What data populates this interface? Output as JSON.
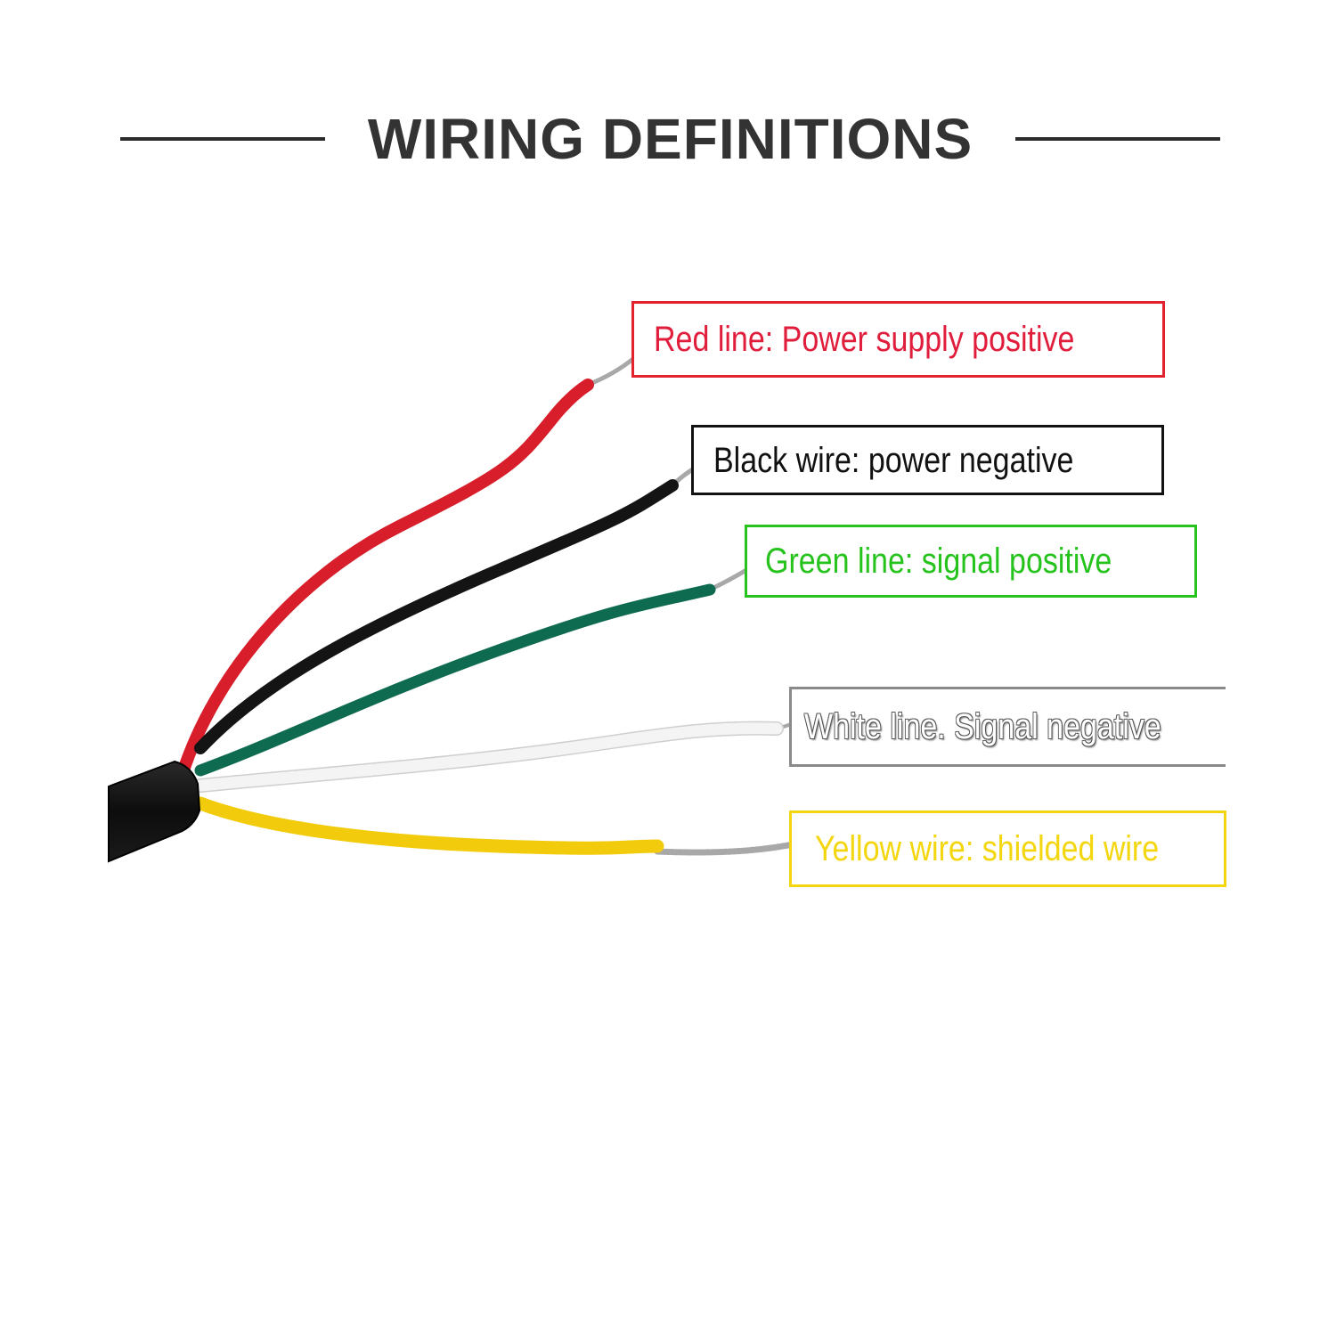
{
  "header": {
    "title": "WIRING DEFINITIONS"
  },
  "wires": [
    {
      "color_name": "red",
      "wire_color": "#d81e2a",
      "label": "Red line: Power supply positive",
      "label_color": "#e11d3c",
      "border_color": "#e3222f"
    },
    {
      "color_name": "black",
      "wire_color": "#141414",
      "label": "Black wire: power negative",
      "label_color": "#111111",
      "border_color": "#111111"
    },
    {
      "color_name": "green",
      "wire_color": "#0e6b4f",
      "label": "Green line: signal positive",
      "label_color": "#25c31c",
      "border_color": "#25c31c"
    },
    {
      "color_name": "white",
      "wire_color": "#f4f4f4",
      "label": "White line. Signal negative",
      "label_color": "#ffffff",
      "border_color": "#8a8a8a"
    },
    {
      "color_name": "yellow",
      "wire_color": "#f2cc0c",
      "label": "Yellow wire: shielded wire",
      "label_color": "#f3d60d",
      "border_color": "#f3d60d"
    }
  ],
  "cable": {
    "jacket_color": "#0d0d0d",
    "strand_color": "#a8a8a8"
  }
}
